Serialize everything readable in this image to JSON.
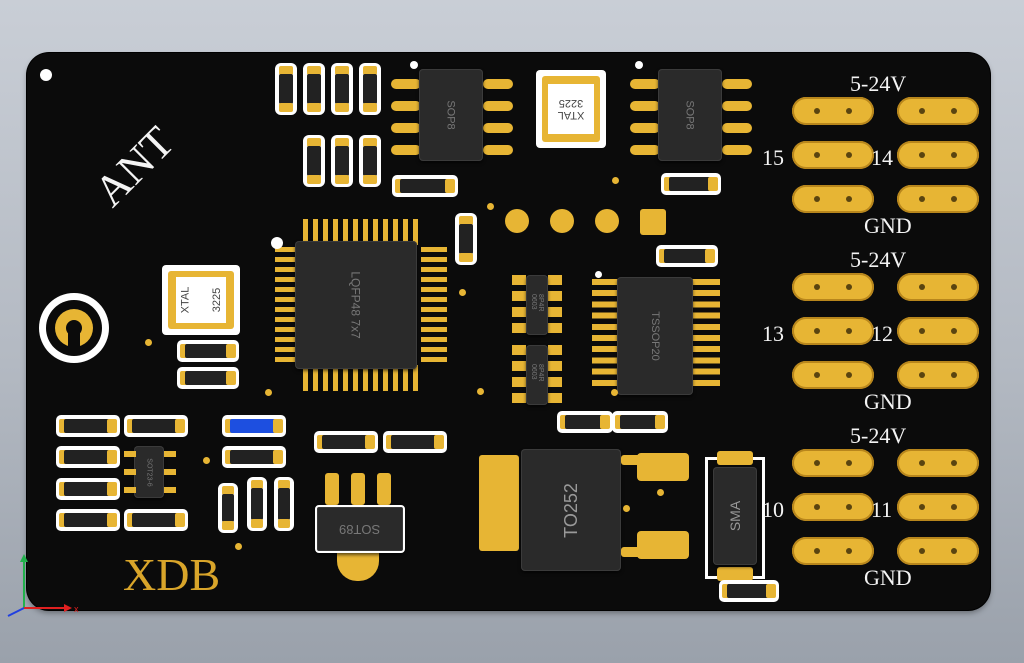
{
  "board": {
    "name": "XDB",
    "antenna_label": "ANT",
    "connectors": [
      {
        "voltage": "5-24V",
        "left": "15",
        "right": "14",
        "ground": "GND"
      },
      {
        "voltage": "5-24V",
        "left": "13",
        "right": "12",
        "ground": "GND"
      },
      {
        "voltage": "5-24V",
        "left": "10",
        "right": "11",
        "ground": "GND"
      }
    ]
  },
  "components": {
    "sop8_a": "SOP8",
    "sop8_b": "SOP8",
    "xtal_top": "XTAL",
    "xtal_top_size": "3225",
    "xtal_left": "XTAL",
    "xtal_left_size": "3225",
    "mcu": "LQFP48 7x7",
    "tssop": "TSSOP20",
    "rnet_a": "8P4R 0603",
    "rnet_b": "8P4R 0603",
    "to252": "TO252",
    "sot89": "SOT89",
    "sma": "SMA",
    "sot23": "SOT23-6"
  },
  "colors": {
    "board": "#0b0b0b",
    "copper": "#e7b534",
    "silkscreen": "#f4f4f4",
    "background": "#b8bec7"
  }
}
